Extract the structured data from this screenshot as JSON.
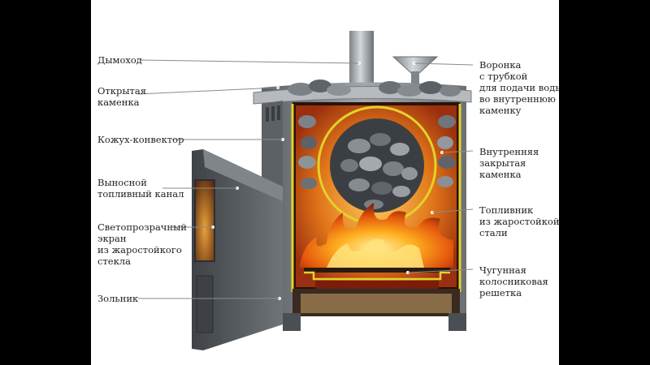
{
  "diagram": {
    "labels": {
      "chimney": "Дымоход",
      "open_stones": [
        "Открытая",
        "каменка"
      ],
      "convector": "Кожух-конвектор",
      "fuel_channel": [
        "Выносной",
        "топливный канал"
      ],
      "glass_screen": [
        "Светопрозрачный",
        "экран",
        "из жаростойкого",
        "стекла"
      ],
      "ash_pit": "Зольник",
      "funnel": [
        "Воронка",
        "с трубкой",
        "для подачи воды",
        "во внутреннюю",
        "каменку"
      ],
      "inner_stones": [
        "Внутренняя",
        "закрытая",
        "каменка"
      ],
      "firebox": [
        "Топливник",
        "из жаростойкой",
        "стали"
      ],
      "grate": [
        "Чугунная",
        "колосниковая",
        "решетка"
      ]
    },
    "colors": {
      "leader": "#8a8a8a",
      "steel": "#8f9499",
      "steel_dark": "#4d5257",
      "outline": "#e2d22a",
      "fire": "#f07a10",
      "ember": "#7a1d0a"
    }
  }
}
